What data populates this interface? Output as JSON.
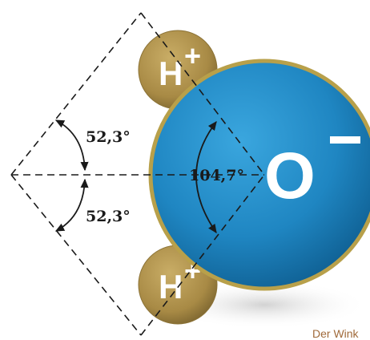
{
  "angles": {
    "upper_label": "52,3°",
    "lower_label": "52,3°",
    "total_label": "104,7°"
  },
  "atoms": {
    "oxygen_label": "O",
    "oxygen_charge": "−",
    "hydrogen_top_label": "H",
    "hydrogen_top_charge": "+",
    "hydrogen_bottom_label": "H",
    "hydrogen_bottom_charge": "+"
  },
  "caption_fragment": "Der Wink",
  "colors": {
    "oxygen": "#1f86c2",
    "oxygen_rim": "#b8a04a",
    "hydrogen": "#a88a45",
    "line": "#1a1a1a",
    "caption": "#a06a3a"
  }
}
